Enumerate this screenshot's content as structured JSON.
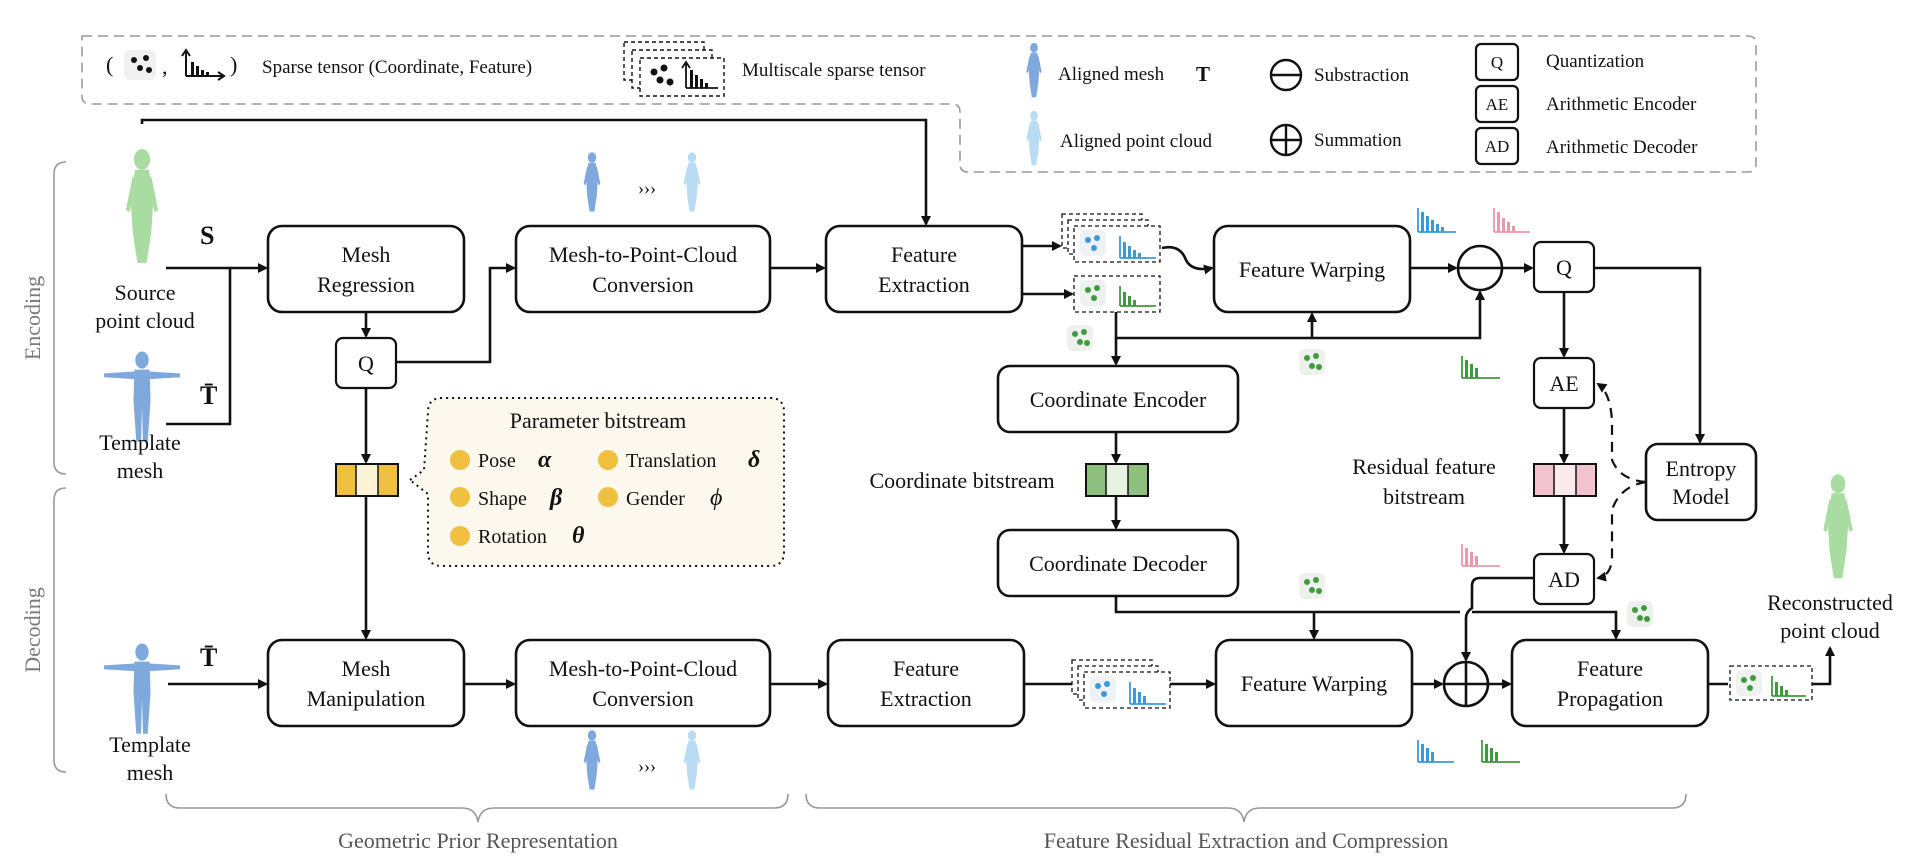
{
  "legend": {
    "sparse_tensor": "Sparse tensor (Coordinate, Feature)",
    "multiscale_sparse_tensor": "Multiscale sparse tensor",
    "aligned_mesh": "Aligned mesh",
    "aligned_mesh_symbol": "T",
    "aligned_point_cloud": "Aligned point cloud",
    "substraction": "Substraction",
    "summation": "Summation",
    "q_abbr": "Q",
    "q_label": "Quantization",
    "ae_abbr": "AE",
    "ae_label": "Arithmetic Encoder",
    "ad_abbr": "AD",
    "ad_label": "Arithmetic Decoder"
  },
  "sections": {
    "encoding": "Encoding",
    "decoding": "Decoding",
    "geometric": "Geometric Prior Representation",
    "feature_residual": "Feature Residual Extraction and Compression"
  },
  "inputs": {
    "source_line1": "Source",
    "source_line2": "point cloud",
    "template_line1": "Template",
    "template_line2": "mesh",
    "s_symbol": "S",
    "t_symbol": "T̄",
    "reconstructed_line1": "Reconstructed",
    "reconstructed_line2": "point cloud"
  },
  "blocks": {
    "mesh_regression_1": "Mesh",
    "mesh_regression_2": "Regression",
    "m2pc_1": "Mesh-to-Point-Cloud",
    "m2pc_2": "Conversion",
    "feat_extract_1": "Feature",
    "feat_extract_2": "Extraction",
    "feature_warping": "Feature Warping",
    "coord_encoder": "Coordinate Encoder",
    "coord_decoder": "Coordinate Decoder",
    "coord_bitstream": "Coordinate bitstream",
    "residual_1": "Residual feature",
    "residual_2": "bitstream",
    "entropy_1": "Entropy",
    "entropy_2": "Model",
    "mesh_manip_1": "Mesh",
    "mesh_manip_2": "Manipulation",
    "feat_prop_1": "Feature",
    "feat_prop_2": "Propagation",
    "q": "Q",
    "ae": "AE",
    "ad": "AD"
  },
  "params": {
    "title": "Parameter bitstream",
    "pose": "Pose",
    "pose_sym": "α",
    "translation": "Translation",
    "translation_sym": "δ",
    "shape": "Shape",
    "shape_sym": "β",
    "gender": "Gender",
    "gender_sym": "ϕ",
    "rotation": "Rotation",
    "rotation_sym": "θ"
  },
  "colors": {
    "green_cloud": "#a8dca0",
    "blue_mesh": "#7fa9dc",
    "light_blue_cloud": "#b9dcf2",
    "param_yellow": "#f0c040",
    "param_bg": "#fdf8ee",
    "coord_green": "#8fbf7f",
    "residual_pink": "#f2c2cf",
    "feat_blue": "#3a9ad9",
    "feat_green": "#3f9a3f",
    "feat_pink": "#e89aaa"
  }
}
